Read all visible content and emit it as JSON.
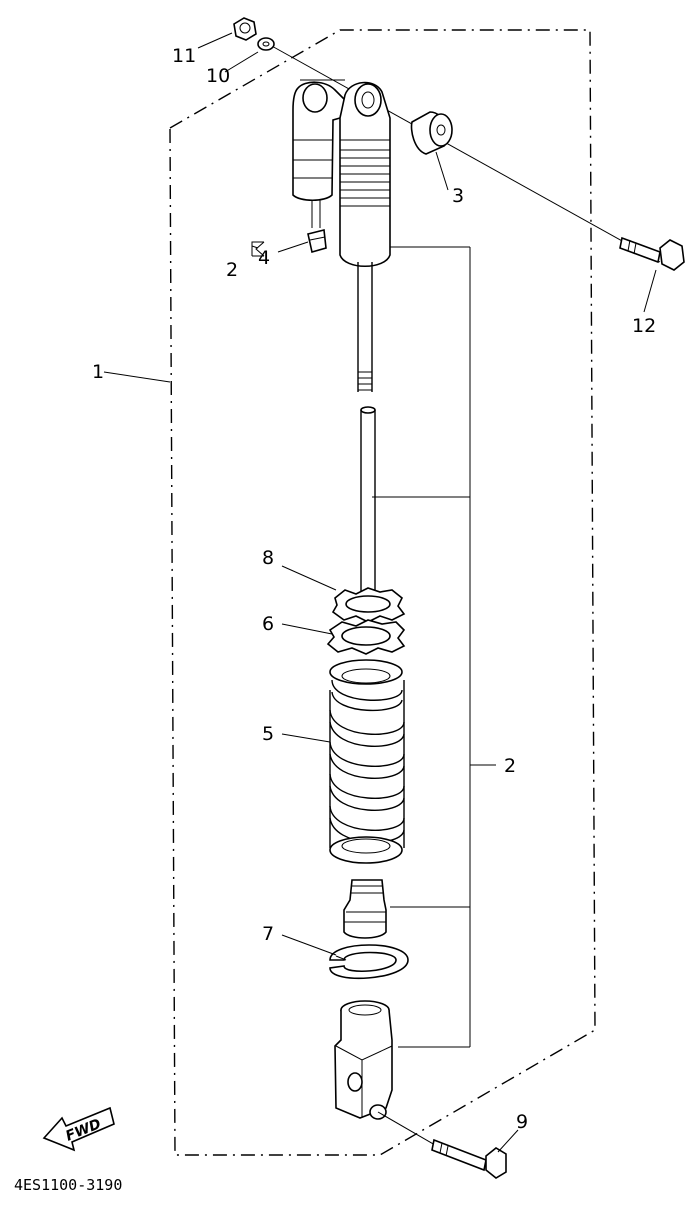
{
  "diagram": {
    "drawing_code": "4ES1100-3190",
    "fwd_label": "FWD",
    "callouts": {
      "c1": "1",
      "c2_top": "2",
      "c2_right": "2",
      "c3": "3",
      "c4": "4",
      "c5": "5",
      "c6": "6",
      "c7": "7",
      "c8": "8",
      "c9": "9",
      "c10": "10",
      "c11": "11",
      "c12": "12"
    }
  }
}
